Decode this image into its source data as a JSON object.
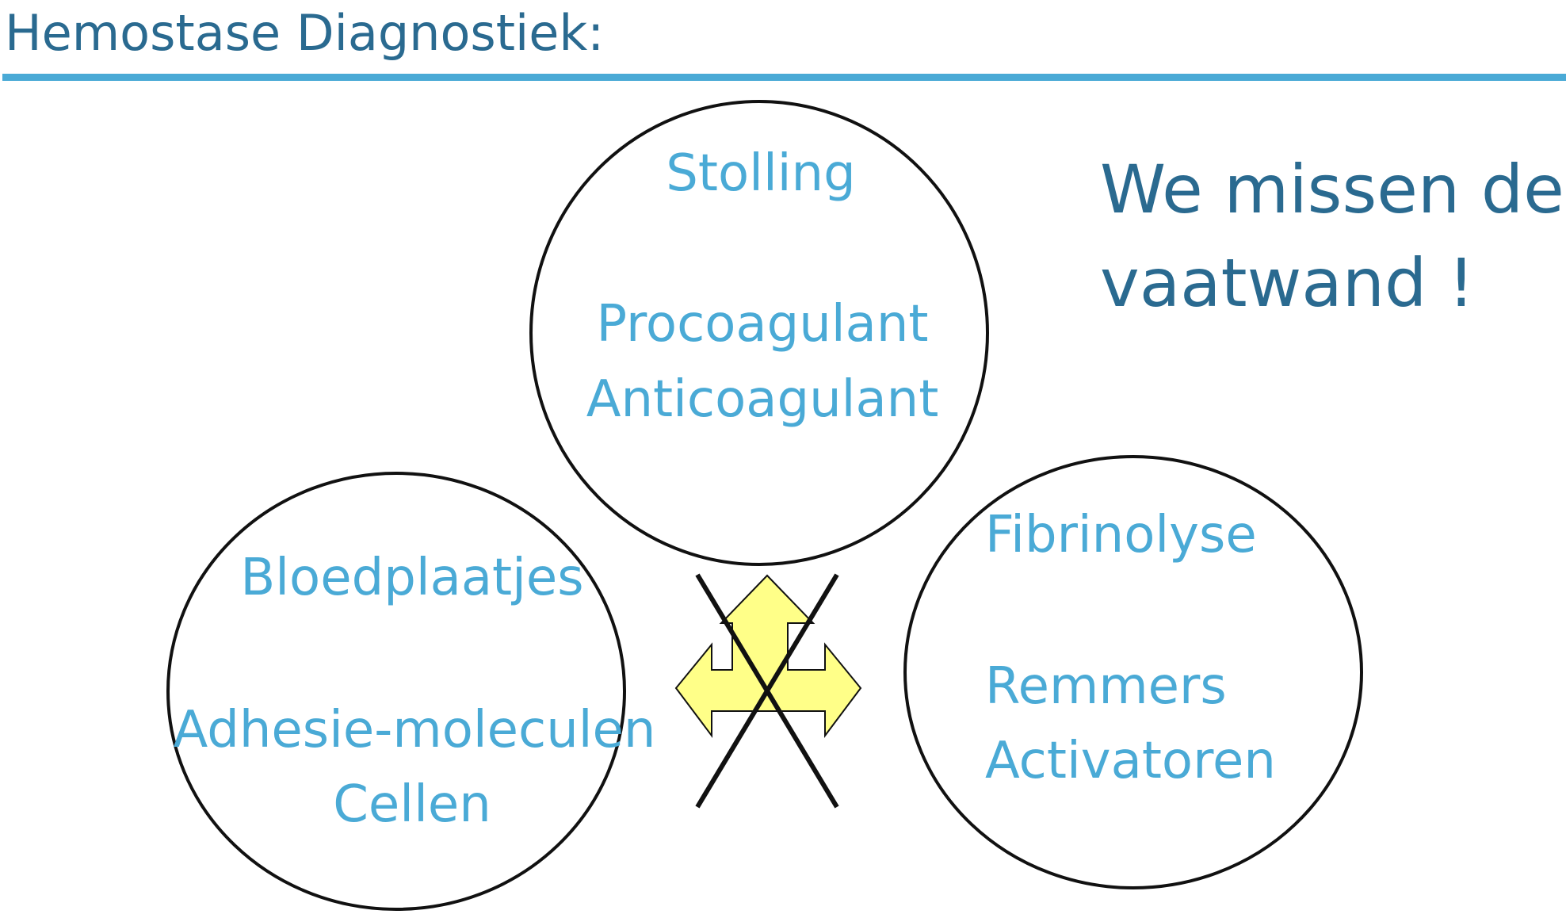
{
  "title": "Hemostase Diagnostiek:",
  "colors": {
    "title": "#2a6a90",
    "accent_rule": "#4aaad6",
    "label": "#4aaad6",
    "arrow_fill": "#ffff88",
    "outline": "#111111"
  },
  "nodes": {
    "stolling": {
      "heading": "Stolling",
      "line1": "Procoagulant",
      "line2": "Anticoagulant"
    },
    "bloedplaatjes": {
      "heading": "Bloedplaatjes",
      "line1": "Adhesie-moleculen",
      "line2": "Cellen"
    },
    "fibrinolyse": {
      "heading": "Fibrinolyse",
      "line1": "Remmers",
      "line2": "Activatoren"
    }
  },
  "connector": {
    "icon": "three-way-arrow-icon",
    "crossed": "cross-out-icon"
  },
  "note": {
    "line1": "We missen de",
    "line2": "vaatwand !"
  }
}
